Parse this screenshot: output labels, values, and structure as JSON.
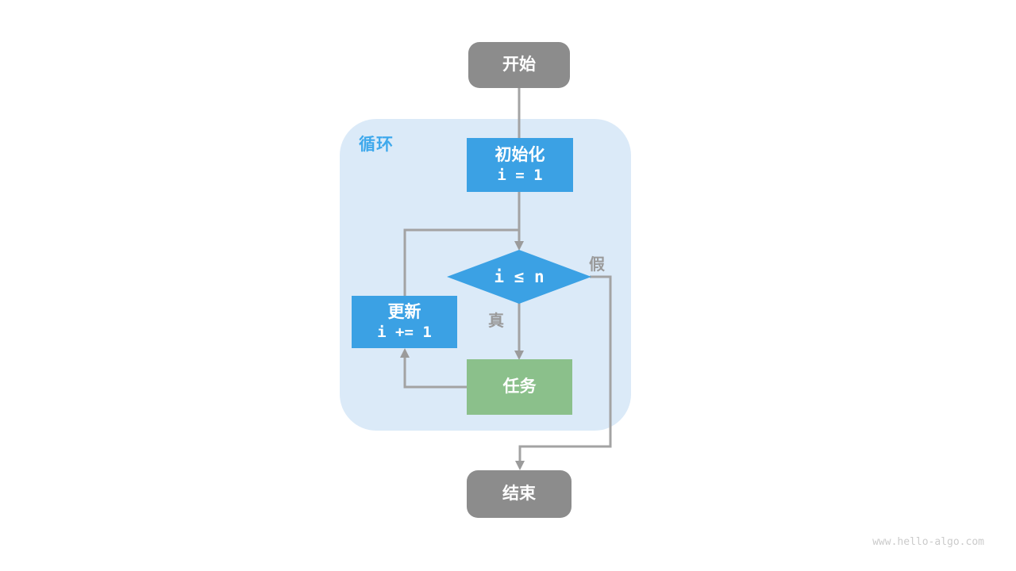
{
  "diagram": {
    "kind": "flowchart-loop",
    "loop_label": "循环",
    "nodes": {
      "start": {
        "label": "开始"
      },
      "init": {
        "label": "初始化",
        "code": "i = 1"
      },
      "condition": {
        "code": "i ≤ n"
      },
      "update": {
        "label": "更新",
        "code": "i += 1"
      },
      "task": {
        "label": "任务"
      },
      "end": {
        "label": "结束"
      }
    },
    "edge_labels": {
      "true": "真",
      "false": "假"
    },
    "colors": {
      "container_fill": "#dbeaf8",
      "process_blue": "#3ba1e4",
      "task_green": "#8bc08b",
      "terminal_gray": "#8c8c8c",
      "connector_gray": "#a3a3a3",
      "loop_label_blue": "#3fa9ec",
      "branch_label_gray": "#9a9a9a"
    }
  },
  "watermark": "www.hello-algo.com"
}
